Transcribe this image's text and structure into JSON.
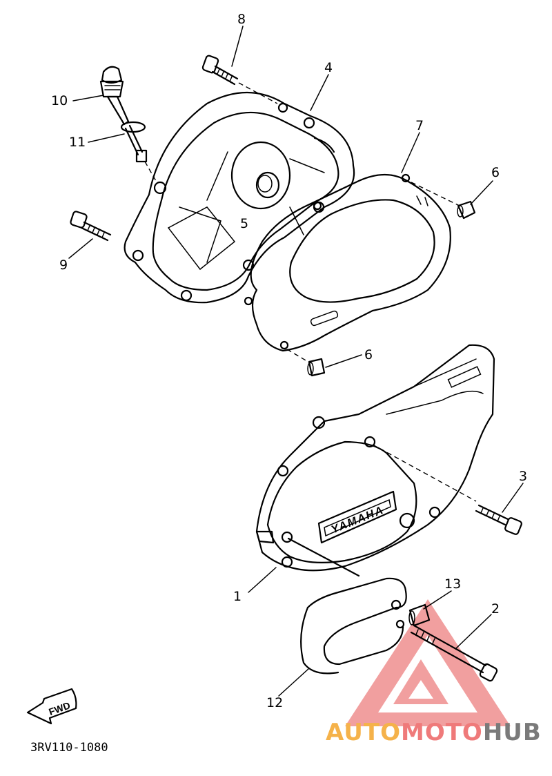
{
  "callouts": {
    "c1": "1",
    "c2": "2",
    "c3": "3",
    "c4": "4",
    "c5": "5",
    "c6a": "6",
    "c6b": "6",
    "c7": "7",
    "c8": "8",
    "c9": "9",
    "c10": "10",
    "c11": "11",
    "c12": "12",
    "c13": "13"
  },
  "diagram_code": "3RV110-1080",
  "fwd_label": "FWD",
  "cover_brand": "YAMAHA",
  "watermark": {
    "part_a": "AUTO",
    "part_b": "MOTO",
    "part_c": "HUB"
  },
  "colors": {
    "watermark_orange": "#f5b24a",
    "watermark_red": "#ef7a7a",
    "watermark_gray": "#7a7a7a"
  }
}
